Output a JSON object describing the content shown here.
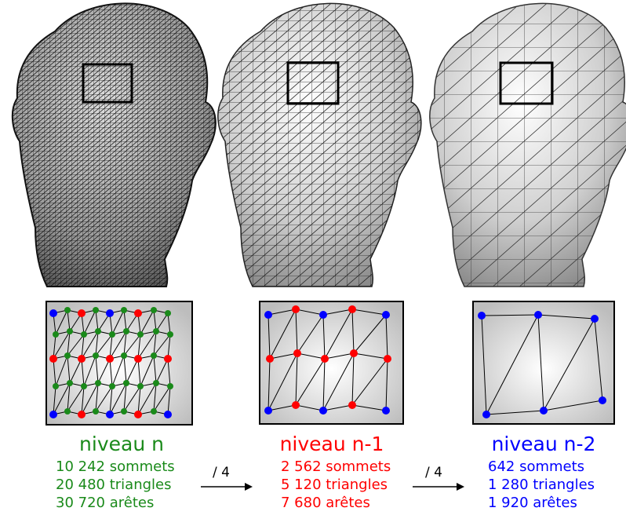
{
  "levels": [
    {
      "title": "niveau n",
      "color": "#1a8a1a",
      "stats": [
        "10 242 sommets",
        "20 480 triangles",
        "30 720 arêtes"
      ]
    },
    {
      "title": "niveau n-1",
      "color": "#ff0000",
      "stats": [
        "2 562 sommets",
        "5 120 triangles",
        "7 680 arêtes"
      ]
    },
    {
      "title": "niveau n-2",
      "color": "#0000ff",
      "stats": [
        "642 sommets",
        "1 280 triangles",
        "1 920 arêtes"
      ]
    }
  ],
  "operators": [
    "/ 4",
    "/ 4"
  ],
  "vertex_colors": {
    "green": "#1a8a1a",
    "red": "#ff0000",
    "blue": "#0000ff"
  }
}
